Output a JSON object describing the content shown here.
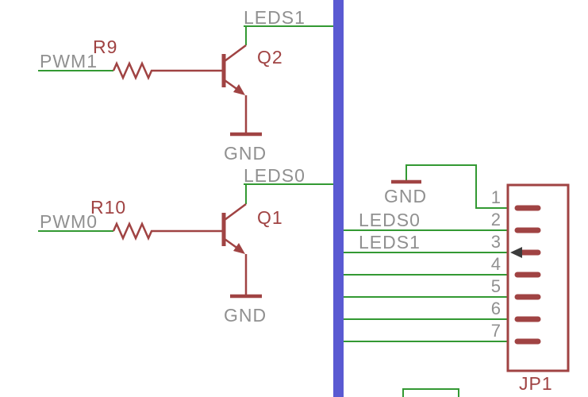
{
  "colors": {
    "wire": "#339933",
    "bus": "#5a5ad2",
    "symbol": "#a04343",
    "gray": "#909090",
    "cursor": "#3c3c3c",
    "bg": "#ffffff"
  },
  "circuits": [
    {
      "transistor": "Q2",
      "resistor": "R9",
      "input": "PWM1",
      "output": "LEDS1",
      "gnd": "GND"
    },
    {
      "transistor": "Q1",
      "resistor": "R10",
      "input": "PWM0",
      "output": "LEDS0",
      "gnd": "GND"
    }
  ],
  "connector": {
    "name": "JP1",
    "pins": [
      "1",
      "2",
      "3",
      "4",
      "5",
      "6",
      "7"
    ],
    "gnd": "GND",
    "pin2_net": "LEDS0",
    "pin3_net": "LEDS1"
  }
}
